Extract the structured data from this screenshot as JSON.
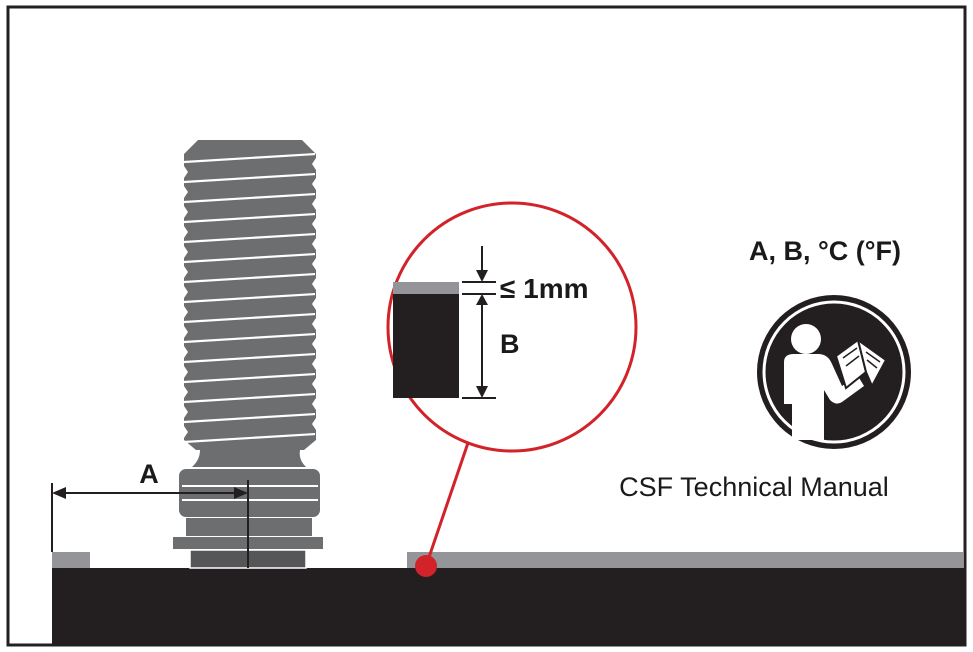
{
  "labels": {
    "dimension_a": "A",
    "dimension_b": "B",
    "tolerance": "≤ 1mm",
    "parameters": "A, B, °C (°F)",
    "manual_reference": "CSF Technical Manual"
  },
  "icons": {
    "manual": "read-manual-icon"
  },
  "colors": {
    "frame": "#231f20",
    "stud": "#6d6e70",
    "stud_dark": "#555658",
    "base": "#231f20",
    "coating": "#939598",
    "detail_circle": "#d2232a"
  }
}
